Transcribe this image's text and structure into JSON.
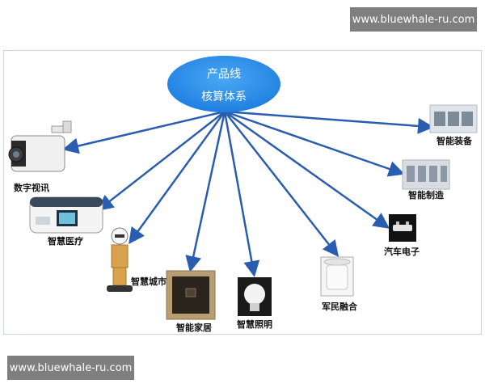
{
  "watermarks": {
    "top": "www.bluewhale-ru.com",
    "bottom": "www.bluewhale-ru.com"
  },
  "hub": {
    "line1": "产品线",
    "line2": "核算体系",
    "fill": "#2f8fe8"
  },
  "arrow_color": "#2a5db0",
  "nodes": [
    {
      "id": "digital-video",
      "label": "数字视讯",
      "icon": "security-camera"
    },
    {
      "id": "smart-medical",
      "label": "智慧医疗",
      "icon": "medical-device"
    },
    {
      "id": "smart-city",
      "label": "智慧城市",
      "icon": "service-robot"
    },
    {
      "id": "smart-home",
      "label": "智能家居",
      "icon": "smart-wall-switch"
    },
    {
      "id": "smart-lighting",
      "label": "智慧照明",
      "icon": "smart-bulb"
    },
    {
      "id": "military-civil",
      "label": "军民融合",
      "icon": "smoke-detector"
    },
    {
      "id": "auto-electronics",
      "label": "汽车电子",
      "icon": "auto-module"
    },
    {
      "id": "smart-manufacturing",
      "label": "智能制造",
      "icon": "production-line"
    },
    {
      "id": "smart-equipment",
      "label": "智能装备",
      "icon": "equipment-line"
    }
  ]
}
